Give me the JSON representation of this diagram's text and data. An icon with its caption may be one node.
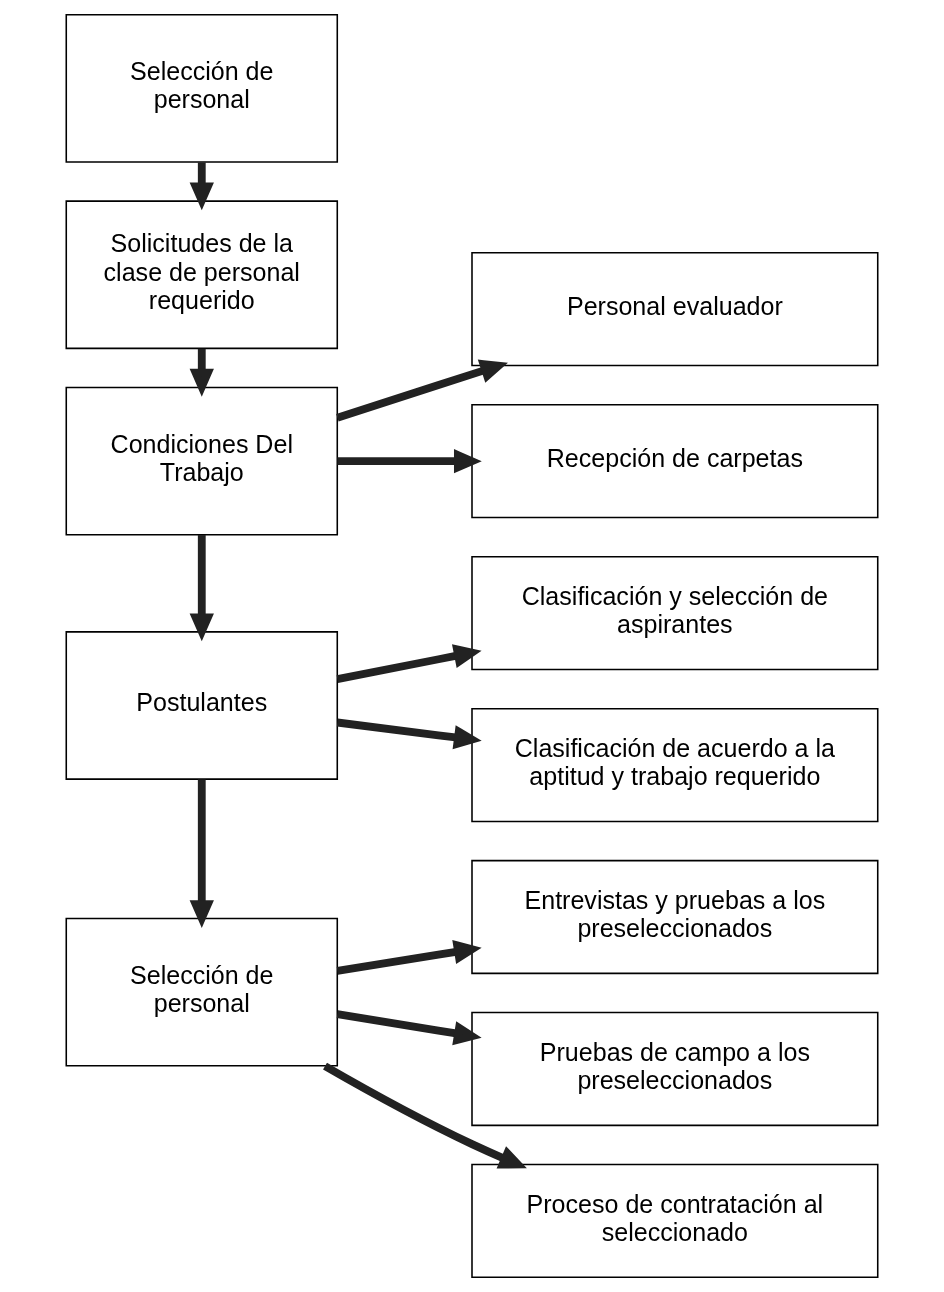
{
  "diagram": {
    "nodes": [
      {
        "text": [
          "Selección de personal"
        ]
      },
      {
        "text": [
          "Solicitudes de la clase de personal requerido"
        ]
      },
      {
        "text": [
          "Condiciones Del Trabajo"
        ]
      },
      {
        "text": [
          "Postulantes"
        ]
      },
      {
        "text": [
          "Selección de personal"
        ]
      },
      {
        "text": [
          "Personal evaluador"
        ]
      },
      {
        "text": [
          "Recepción de carpetas"
        ]
      },
      {
        "text": [
          "Clasificación y selección de aspirantes"
        ]
      },
      {
        "text": [
          "Clasificación de acuerdo a la aptitud y trabajo requerido"
        ]
      },
      {
        "text": [
          "Entrevistas y pruebas a los preseleccionados"
        ]
      },
      {
        "text": [
          "Pruebas de campo a los preseleccionados"
        ]
      },
      {
        "text": [
          "Proceso de contratación al seleccionado"
        ]
      }
    ],
    "edges": [
      {
        "from": 0,
        "to": 1,
        "arrow": "to"
      },
      {
        "from": 1,
        "to": 2,
        "arrow": "to"
      },
      {
        "from": 2,
        "to": 5,
        "arrow": "to"
      },
      {
        "from": 2,
        "to": 6,
        "arrow": "to"
      },
      {
        "from": 2,
        "to": 3,
        "arrow": "to"
      },
      {
        "from": 3,
        "to": 7,
        "arrow": "to"
      },
      {
        "from": 3,
        "to": 8,
        "arrow": "to"
      },
      {
        "from": 3,
        "to": 4,
        "arrow": "to"
      },
      {
        "from": 4,
        "to": 9,
        "arrow": "to"
      },
      {
        "from": 4,
        "to": 10,
        "arrow": "to"
      },
      {
        "from": 4,
        "to": 11,
        "arrow": "to"
      }
    ]
  }
}
